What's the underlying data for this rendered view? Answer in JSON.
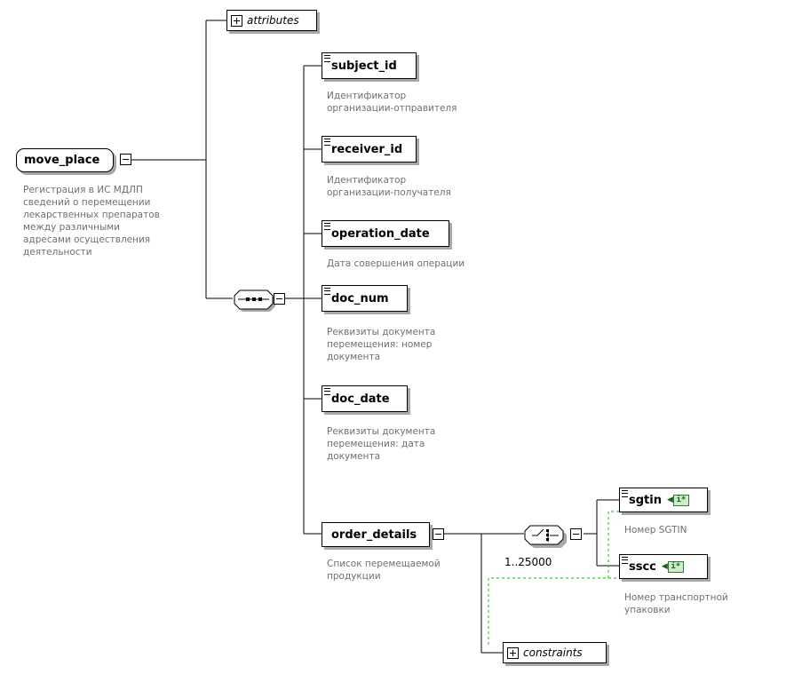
{
  "root": {
    "name": "move_place",
    "description": [
      "Регистрация в ИС МДЛП",
      "сведений о перемещении",
      "лекарственных препаратов",
      "между различными",
      "адресами осуществления",
      "деятельности"
    ]
  },
  "attributes_label": "attributes",
  "sequence_children": [
    {
      "name": "subject_id",
      "description": [
        "Идентификатор",
        "организации-отправителя"
      ]
    },
    {
      "name": "receiver_id",
      "description": [
        "Идентификатор",
        "организации-получателя"
      ]
    },
    {
      "name": "operation_date",
      "description": [
        "Дата совершения операции"
      ]
    },
    {
      "name": "doc_num",
      "description": [
        "Реквизиты документа",
        "перемещения: номер",
        "документа"
      ]
    },
    {
      "name": "doc_date",
      "description": [
        "Реквизиты документа",
        "перемещения: дата",
        "документа"
      ]
    }
  ],
  "order_details": {
    "name": "order_details",
    "description": [
      "Список перемещаемой",
      "продукции"
    ],
    "choice_occurrence": "1..25000",
    "constraints_label": "constraints",
    "choices": [
      {
        "name": "sgtin",
        "key_icon": "i*",
        "description": [
          "Номер SGTIN"
        ]
      },
      {
        "name": "sscc",
        "key_icon": "i*",
        "description": [
          "Номер транспортной",
          "упаковки"
        ]
      }
    ]
  },
  "colors": {
    "line": "#000000",
    "shadow": "#a8a8a8",
    "description_text": "#6f6f6f",
    "keyref_dashed": "#33cc33",
    "key_icon_fill": "#cdeccd"
  }
}
